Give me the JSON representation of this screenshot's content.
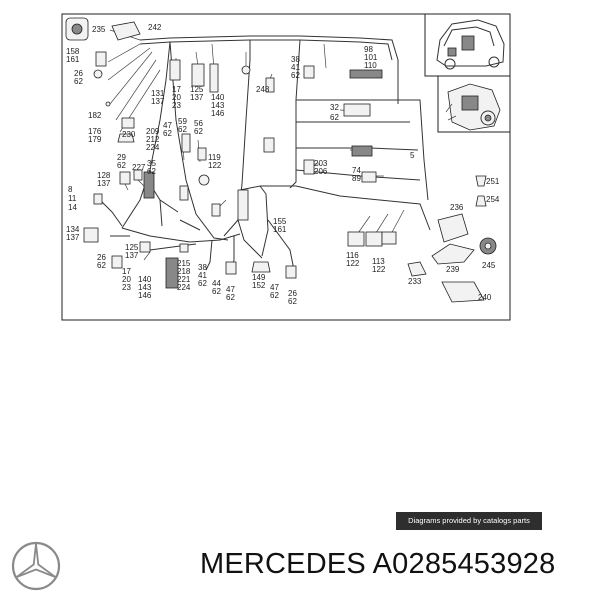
{
  "diagram": {
    "labels": [
      {
        "id": "l235",
        "text": "235"
      },
      {
        "id": "l242",
        "text": "242"
      },
      {
        "id": "l158",
        "text": "158"
      },
      {
        "id": "l161",
        "text": "161"
      },
      {
        "id": "l26a",
        "text": "26"
      },
      {
        "id": "l62a",
        "text": "62"
      },
      {
        "id": "l131",
        "text": "131"
      },
      {
        "id": "l137a",
        "text": "137"
      },
      {
        "id": "l17a",
        "text": "17"
      },
      {
        "id": "l20a",
        "text": "20"
      },
      {
        "id": "l23a",
        "text": "23"
      },
      {
        "id": "l125a",
        "text": "125"
      },
      {
        "id": "l137b",
        "text": "137"
      },
      {
        "id": "l140a",
        "text": "140"
      },
      {
        "id": "l143a",
        "text": "143"
      },
      {
        "id": "l146a",
        "text": "146"
      },
      {
        "id": "l248",
        "text": "248"
      },
      {
        "id": "l38a",
        "text": "38"
      },
      {
        "id": "l41a",
        "text": "41"
      },
      {
        "id": "l62b",
        "text": "62"
      },
      {
        "id": "l98",
        "text": "98"
      },
      {
        "id": "l101",
        "text": "101"
      },
      {
        "id": "l110",
        "text": "110"
      },
      {
        "id": "l182",
        "text": "182"
      },
      {
        "id": "l32",
        "text": "32"
      },
      {
        "id": "l62c",
        "text": "62"
      },
      {
        "id": "l176",
        "text": "176"
      },
      {
        "id": "l179",
        "text": "179"
      },
      {
        "id": "l230",
        "text": "230"
      },
      {
        "id": "l209",
        "text": "209"
      },
      {
        "id": "l212",
        "text": "212"
      },
      {
        "id": "l224a",
        "text": "224"
      },
      {
        "id": "l47a",
        "text": "47"
      },
      {
        "id": "l62d",
        "text": "62"
      },
      {
        "id": "l59",
        "text": "59"
      },
      {
        "id": "l62e",
        "text": "62"
      },
      {
        "id": "l56",
        "text": "56"
      },
      {
        "id": "l62f",
        "text": "62"
      },
      {
        "id": "l29",
        "text": "29"
      },
      {
        "id": "l62g",
        "text": "62"
      },
      {
        "id": "l35",
        "text": "35"
      },
      {
        "id": "l62h",
        "text": "62"
      },
      {
        "id": "l119",
        "text": "119"
      },
      {
        "id": "l122a",
        "text": "122"
      },
      {
        "id": "l5",
        "text": "5"
      },
      {
        "id": "l203",
        "text": "203"
      },
      {
        "id": "l206",
        "text": "206"
      },
      {
        "id": "l74",
        "text": "74"
      },
      {
        "id": "l89",
        "text": "89"
      },
      {
        "id": "l128",
        "text": "128"
      },
      {
        "id": "l137c",
        "text": "137"
      },
      {
        "id": "l227",
        "text": "227"
      },
      {
        "id": "l251",
        "text": "251"
      },
      {
        "id": "l254",
        "text": "254"
      },
      {
        "id": "l8",
        "text": "8"
      },
      {
        "id": "l11",
        "text": "11"
      },
      {
        "id": "l14",
        "text": "14"
      },
      {
        "id": "l236",
        "text": "236"
      },
      {
        "id": "l155",
        "text": "155"
      },
      {
        "id": "l161b",
        "text": "161"
      },
      {
        "id": "l134",
        "text": "134"
      },
      {
        "id": "l137d",
        "text": "137"
      },
      {
        "id": "l125b",
        "text": "125"
      },
      {
        "id": "l137e",
        "text": "137"
      },
      {
        "id": "l26b",
        "text": "26"
      },
      {
        "id": "l62i",
        "text": "62"
      },
      {
        "id": "l17b",
        "text": "17"
      },
      {
        "id": "l20b",
        "text": "20"
      },
      {
        "id": "l23b",
        "text": "23"
      },
      {
        "id": "l140b",
        "text": "140"
      },
      {
        "id": "l143b",
        "text": "143"
      },
      {
        "id": "l146b",
        "text": "146"
      },
      {
        "id": "l215",
        "text": "215"
      },
      {
        "id": "l218",
        "text": "218"
      },
      {
        "id": "l221",
        "text": "221"
      },
      {
        "id": "l224b",
        "text": "224"
      },
      {
        "id": "l38b",
        "text": "38"
      },
      {
        "id": "l41b",
        "text": "41"
      },
      {
        "id": "l62j",
        "text": "62"
      },
      {
        "id": "l44",
        "text": "44"
      },
      {
        "id": "l62k",
        "text": "62"
      },
      {
        "id": "l47b",
        "text": "47"
      },
      {
        "id": "l62l",
        "text": "62"
      },
      {
        "id": "l149",
        "text": "149"
      },
      {
        "id": "l152",
        "text": "152"
      },
      {
        "id": "l47c",
        "text": "47"
      },
      {
        "id": "l62m",
        "text": "62"
      },
      {
        "id": "l26c",
        "text": "26"
      },
      {
        "id": "l62n",
        "text": "62"
      },
      {
        "id": "l116",
        "text": "116"
      },
      {
        "id": "l122b",
        "text": "122"
      },
      {
        "id": "l113",
        "text": "113"
      },
      {
        "id": "l122c",
        "text": "122"
      },
      {
        "id": "l233",
        "text": "233"
      },
      {
        "id": "l239",
        "text": "239"
      },
      {
        "id": "l245",
        "text": "245"
      },
      {
        "id": "l240",
        "text": "240"
      }
    ]
  },
  "provider_banner": "Diagrams provided by catalogs parts",
  "brand": {
    "title": "MERCEDES A0285453928",
    "logo_icon": "mercedes-star-icon"
  }
}
